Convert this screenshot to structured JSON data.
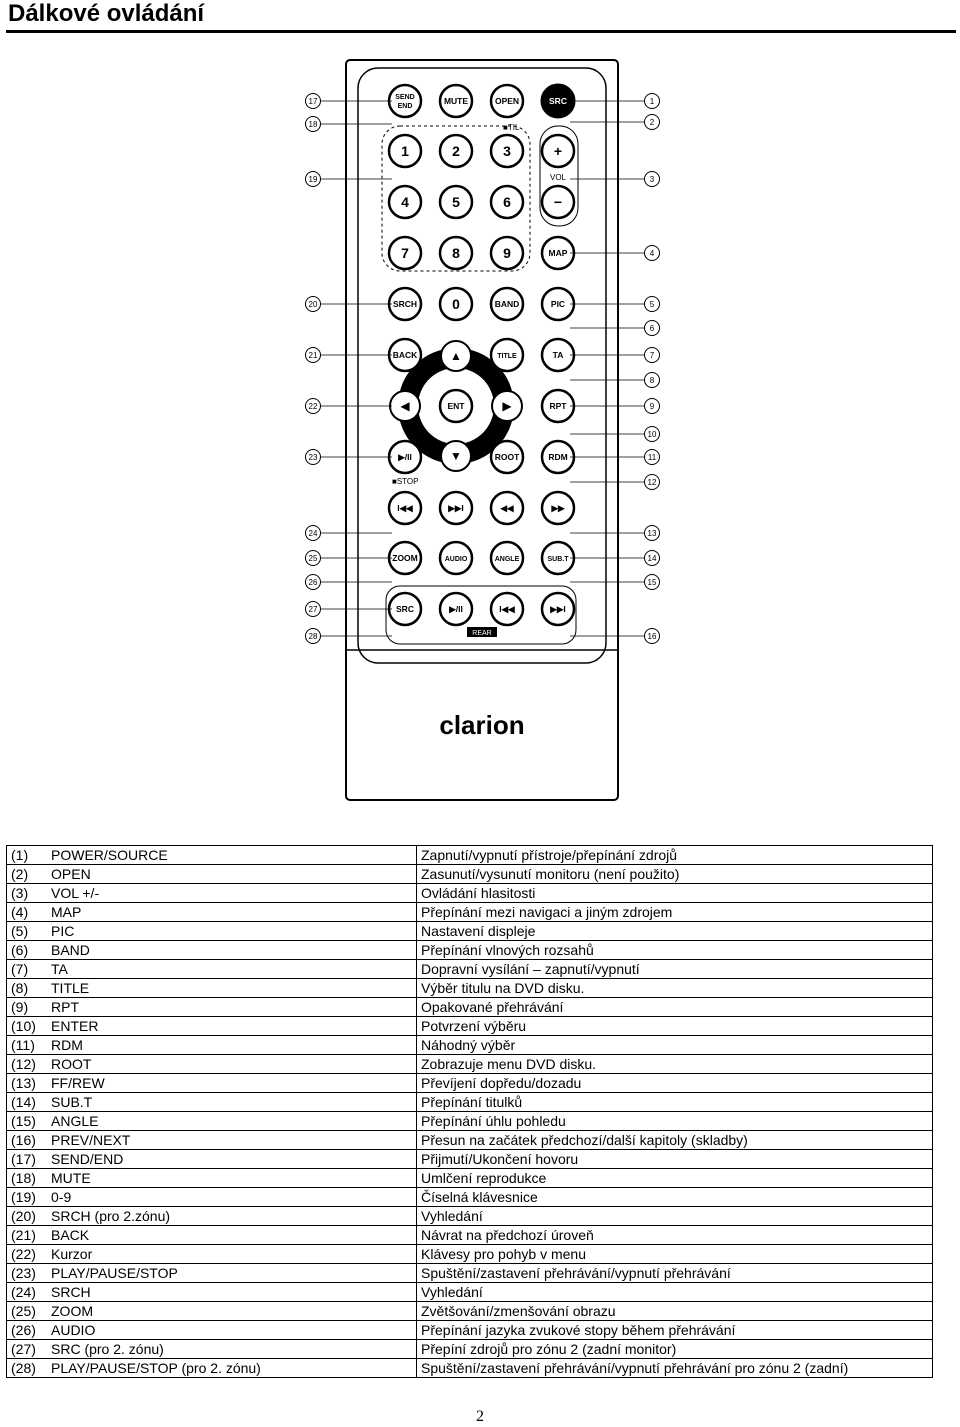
{
  "page": {
    "title": "Dálkové ovládání",
    "page_number": "2"
  },
  "remote": {
    "brand": "clarion",
    "small_labels": {
      "til": "■TIL",
      "vol": "VOL",
      "stop": "■STOP",
      "rear": "REAR"
    },
    "buttons": [
      {
        "name": "send-end-button",
        "label": "SEND\nEND",
        "dark": false
      },
      {
        "name": "mute-button",
        "label": "MUTE",
        "dark": false
      },
      {
        "name": "open-button",
        "label": "OPEN",
        "dark": false
      },
      {
        "name": "src-button",
        "label": "SRC",
        "dark": true
      },
      {
        "name": "digit-1-button",
        "label": "1",
        "dark": false
      },
      {
        "name": "digit-2-button",
        "label": "2",
        "dark": false
      },
      {
        "name": "digit-3-button",
        "label": "3",
        "dark": false
      },
      {
        "name": "vol-plus-button",
        "label": "+",
        "dark": false
      },
      {
        "name": "digit-4-button",
        "label": "4",
        "dark": false
      },
      {
        "name": "digit-5-button",
        "label": "5",
        "dark": false
      },
      {
        "name": "digit-6-button",
        "label": "6",
        "dark": false
      },
      {
        "name": "vol-minus-button",
        "label": "−",
        "dark": false
      },
      {
        "name": "digit-7-button",
        "label": "7",
        "dark": false
      },
      {
        "name": "digit-8-button",
        "label": "8",
        "dark": false
      },
      {
        "name": "digit-9-button",
        "label": "9",
        "dark": false
      },
      {
        "name": "map-button",
        "label": "MAP",
        "dark": false
      },
      {
        "name": "srch-button",
        "label": "SRCH",
        "dark": false
      },
      {
        "name": "digit-0-button",
        "label": "0",
        "dark": false
      },
      {
        "name": "band-button",
        "label": "BAND",
        "dark": false
      },
      {
        "name": "pic-button",
        "label": "PIC",
        "dark": false
      },
      {
        "name": "back-button",
        "label": "BACK",
        "dark": false
      },
      {
        "name": "title-button",
        "label": "TITLE",
        "dark": false
      },
      {
        "name": "ta-button",
        "label": "TA",
        "dark": false
      },
      {
        "name": "rpt-button",
        "label": "RPT",
        "dark": false
      },
      {
        "name": "play-pause-button",
        "label": "▶/II",
        "dark": false
      },
      {
        "name": "root-button",
        "label": "ROOT",
        "dark": false
      },
      {
        "name": "rdm-button",
        "label": "RDM",
        "dark": false
      },
      {
        "name": "prev-button",
        "label": "I◀◀",
        "dark": false
      },
      {
        "name": "next-button",
        "label": "▶▶I",
        "dark": false
      },
      {
        "name": "rew-button",
        "label": "◀◀",
        "dark": false
      },
      {
        "name": "ff-button",
        "label": "▶▶",
        "dark": false
      },
      {
        "name": "zoom-button",
        "label": "ZOOM",
        "dark": false
      },
      {
        "name": "audio-button",
        "label": "AUDIO",
        "dark": false
      },
      {
        "name": "angle-button",
        "label": "ANGLE",
        "dark": false
      },
      {
        "name": "subt-button",
        "label": "SUB.T",
        "dark": false
      },
      {
        "name": "rear-src-button",
        "label": "SRC",
        "dark": false
      },
      {
        "name": "rear-play-pause-button",
        "label": "▶/II",
        "dark": false
      },
      {
        "name": "rear-prev-button",
        "label": "I◀◀",
        "dark": false
      },
      {
        "name": "rear-next-button",
        "label": "▶▶I",
        "dark": false
      }
    ],
    "dpad": {
      "up": "▲",
      "down": "▼",
      "left": "◀",
      "right": "▶",
      "enter": "ENT"
    },
    "callouts_right": [
      "1",
      "2",
      "3",
      "4",
      "5",
      "6",
      "7",
      "8",
      "9",
      "10",
      "11",
      "12",
      "13",
      "14",
      "15",
      "16"
    ],
    "callouts_left": [
      "17",
      "18",
      "19",
      "20",
      "21",
      "22",
      "23",
      "24",
      "25",
      "26",
      "27",
      "28"
    ]
  },
  "legend": [
    {
      "num": "(1)",
      "key": "POWER/SOURCE",
      "desc": "Zapnutí/vypnutí přístroje/přepínání zdrojů"
    },
    {
      "num": "(2)",
      "key": "OPEN",
      "desc": "Zasunutí/vysunutí monitoru (není použito)"
    },
    {
      "num": "(3)",
      "key": "VOL +/-",
      "desc": "Ovládání hlasitosti"
    },
    {
      "num": "(4)",
      "key": "MAP",
      "desc": "Přepínání mezi navigaci a jiným zdrojem"
    },
    {
      "num": "(5)",
      "key": "PIC",
      "desc": "Nastavení displeje"
    },
    {
      "num": "(6)",
      "key": "BAND",
      "desc": "Přepínání vlnových rozsahů"
    },
    {
      "num": "(7)",
      "key": "TA",
      "desc": "Dopravní vysílání – zapnutí/vypnutí"
    },
    {
      "num": "(8)",
      "key": "TITLE",
      "desc": "Výběr titulu na DVD disku."
    },
    {
      "num": "(9)",
      "key": "RPT",
      "desc": "Opakované přehrávání"
    },
    {
      "num": "(10)",
      "key": "ENTER",
      "desc": "Potvrzení výběru"
    },
    {
      "num": "(11)",
      "key": "RDM",
      "desc": "Náhodný výběr"
    },
    {
      "num": "(12)",
      "key": "ROOT",
      "desc": "Zobrazuje menu DVD disku."
    },
    {
      "num": "(13)",
      "key": "FF/REW",
      "desc": "Převíjení dopředu/dozadu"
    },
    {
      "num": "(14)",
      "key": "SUB.T",
      "desc": "Přepínání titulků"
    },
    {
      "num": "(15)",
      "key": "ANGLE",
      "desc": "Přepínání úhlu pohledu"
    },
    {
      "num": "(16)",
      "key": "PREV/NEXT",
      "desc": "Přesun na začátek předchozí/další kapitoly (skladby)"
    },
    {
      "num": "(17)",
      "key": "SEND/END",
      "desc": "Přijmutí/Ukončení hovoru"
    },
    {
      "num": "(18)",
      "key": "MUTE",
      "desc": "Umlčení reprodukce"
    },
    {
      "num": "(19)",
      "key": "0-9",
      "desc": "Číselná klávesnice"
    },
    {
      "num": "(20)",
      "key": "SRCH (pro 2.zónu)",
      "desc": "Vyhledání"
    },
    {
      "num": "(21)",
      "key": "BACK",
      "desc": "Návrat na předchozí úroveň"
    },
    {
      "num": "(22)",
      "key": "Kurzor",
      "desc": "Klávesy pro pohyb v menu"
    },
    {
      "num": "(23)",
      "key": "PLAY/PAUSE/STOP",
      "desc": "Spuštění/zastavení přehrávání/vypnutí přehrávání"
    },
    {
      "num": "(24)",
      "key": "SRCH",
      "desc": "Vyhledání"
    },
    {
      "num": "(25)",
      "key": "ZOOM",
      "desc": "Zvětšování/zmenšování obrazu"
    },
    {
      "num": "(26)",
      "key": "AUDIO",
      "desc": "Přepínání jazyka zvukové stopy během přehrávání"
    },
    {
      "num": "(27)",
      "key": "SRC (pro 2. zónu)",
      "desc": "Přepíní zdrojů pro zónu 2 (zadní monitor)"
    },
    {
      "num": "(28)",
      "key": "PLAY/PAUSE/STOP (pro 2. zónu)",
      "desc": "Spuštění/zastavení přehrávání/vypnutí přehrávání pro zónu 2 (zadní)"
    }
  ]
}
